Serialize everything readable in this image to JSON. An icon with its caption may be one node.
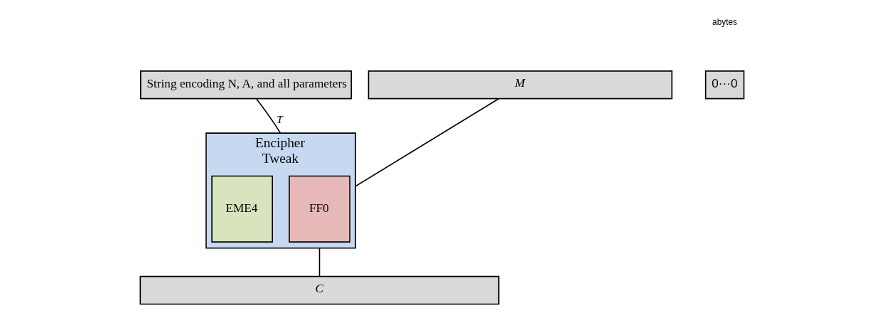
{
  "diagram": {
    "nodes": [
      {
        "text": [
          "String encoding N, A, and all parameters"
        ]
      },
      {
        "text": [
          "M"
        ]
      },
      {
        "text": [
          "0···0"
        ]
      },
      {
        "text": [
          "Encipher",
          "Tweak"
        ]
      },
      {
        "text": [
          "FF0"
        ],
        "in": 3
      },
      {
        "text": [
          "EME4"
        ],
        "in": 3
      },
      {
        "text": [
          "C"
        ]
      }
    ],
    "edges": [
      {
        "from": 0,
        "to": 3,
        "arrow": "none",
        "label": "T"
      },
      {
        "from": 1,
        "to": 3,
        "arrow": "none"
      },
      {
        "from": 3,
        "to": 6,
        "arrow": "none"
      }
    ],
    "labels": [
      "abytes"
    ]
  }
}
